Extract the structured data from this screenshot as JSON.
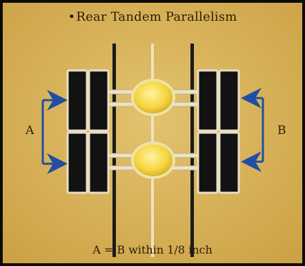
{
  "title": "Rear Tandem Parallelism",
  "bullet": "•",
  "left_label": "A",
  "right_label": "B",
  "caption": "A = B within 1/8 inch",
  "colors": {
    "background": "#d9b24f",
    "background_light": "#e8c772",
    "tire": "#121212",
    "axle": "#ece2c8",
    "hub": "#f2d23c",
    "arrow": "#1f4ea3",
    "border": "#0b0b0b",
    "text": "#2a1c08"
  }
}
